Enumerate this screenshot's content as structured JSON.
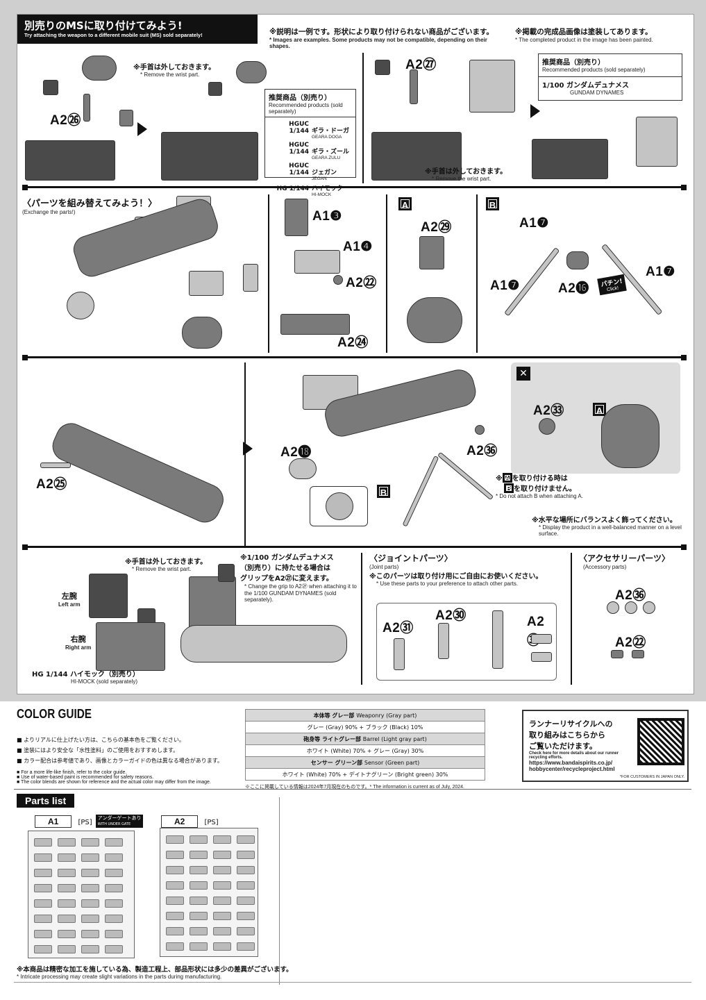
{
  "banner": {
    "title": "別売りのMSに取り付けてみよう!",
    "title_en": "Try attaching the weapon to a different mobile suit (MS) sold separately!",
    "note1": "※説明は一例です。形状により取り付けられない商品がございます。",
    "note1_en": "* Images are examples. Some products may not be compatible, depending on their shapes.",
    "note2": "※掲載の完成品画像は塗装してあります。",
    "note2_en": "* The completed product in the image has been painted."
  },
  "sec1": {
    "wrist_note": "※手首は外しておきます。",
    "wrist_note_en": "* Remove the wrist part.",
    "wrist_note2": "※手首は外しておきます。",
    "wrist_note2_en": "* Remove the wrist part.",
    "part_a": "A2㉖",
    "part_b": "A2㉗",
    "rec_title": "推奨商品（別売り）",
    "rec_title_en": "Recommended products (sold separately)",
    "rec_items": [
      {
        "grade": "HGUC 1/144",
        "name": "ギラ・ドーガ",
        "en": "GEARA DOGA"
      },
      {
        "grade": "HGUC 1/144",
        "name": "ギラ・ズール",
        "en": "GEARA ZULU"
      },
      {
        "grade": "HGUC 1/144",
        "name": "ジェガン",
        "en": "JEGAN"
      },
      {
        "grade": "HG 1/144",
        "name": "ハイモック",
        "en": "HI-MOCK"
      }
    ],
    "rec2_title": "推奨商品（別売り）",
    "rec2_title_en": "Recommended products (sold separately)",
    "rec2_item": "1/100 ガンダムデュナメス",
    "rec2_item_en": "GUNDAM DYNAMES"
  },
  "sec2": {
    "title": "〈パーツを組み替えてみよう！〉",
    "title_en": "(Exchange the parts!)",
    "p1": "A1❸",
    "p2": "A1❹",
    "p3": "A2㉒",
    "p4": "A2㉔",
    "boxA": "A",
    "p5": "A2㉙",
    "boxB": "B",
    "p6": "A1❼",
    "p7": "A1❼",
    "p8": "A1❼",
    "p9": "A2⓰",
    "click": "パチン!",
    "click_en": "Click!"
  },
  "sec3": {
    "p1": "A2㉕",
    "p2": "A2⓲",
    "p3": "A2㊱",
    "boxB": "B",
    "inset_p": "A2㉝",
    "inset_A": "A",
    "note1a": "を取り付ける時は",
    "note1b": "を取り付けません。",
    "note1_en_a": "* Do not attach",
    "note1_en_b": "when attaching",
    "note2": "※水平な場所にバランスよく飾ってください。",
    "note2_en": "* Display the product in a well-balanced manner on a level surface.",
    "lbl_A": "A",
    "lbl_B": "B"
  },
  "sec4": {
    "wrist_note": "※手首は外しておきます。",
    "wrist_note_en": "* Remove the wrist part.",
    "left_arm": "左腕",
    "left_arm_en": "Left arm",
    "right_arm": "右腕",
    "right_arm_en": "Right arm",
    "himock": "HG 1/144 ハイモック（別売り）",
    "himock_en": "HI-MOCK (sold separately)",
    "dyn_note1": "※1/100 ガンダムデュナメス",
    "dyn_note2": "（別売り）に持たせる場合は",
    "dyn_note3": "グリップをA2㉗に変えます。",
    "dyn_note_en": "* Change the grip to A2㉗ when attaching it to the 1/100 GUNDAM DYNAMES (sold separately).",
    "joint_title": "〈ジョイントパーツ〉",
    "joint_en": "(Joint parts)",
    "joint_note": "※このパーツは取り付け用にご自由にお使いください。",
    "joint_note_en": "* Use these parts to your preference to attach other parts.",
    "j1": "A2㉛",
    "j2": "A2㉚",
    "j3": "A2㉜",
    "acc_title": "〈アクセサリーパーツ〉",
    "acc_en": "(Accessory parts)",
    "acc1": "A2㊱",
    "acc2": "A2㉒"
  },
  "color_guide": {
    "title": "COLOR GUIDE",
    "jp_notes": [
      "よりリアルに仕上げたい方は、こちらの基本色をご覧ください。",
      "塗装にはより安全な「水性塗料」のご使用をおすすめします。",
      "カラー配合は参考値であり、画像とカラーガイドの色は異なる場合があります。"
    ],
    "en_notes": [
      "For a more life-like finish, refer to the color guide.",
      "Use of water-based paint is recommended for safety reasons.",
      "The color blends are shown for reference and the actual color may differ from the image."
    ],
    "rows": [
      {
        "h": "本体等 グレー部",
        "h_en": "Weaponry (Gray part)",
        "mix": "グレー (Gray) 90% + ブラック (Black) 10%"
      },
      {
        "h": "砲身等 ライトグレー部",
        "h_en": "Barrel (Light gray part)",
        "mix": "ホワイト (White) 70% + グレー (Gray) 30%"
      },
      {
        "h": "センサー グリーン部",
        "h_en": "Sensor (Green part)",
        "mix": "ホワイト (White) 70% + デイトナグリーン (Bright green) 30%"
      }
    ],
    "info": "※ここに掲載している情報は2024年7月現在のものです。* The information is current as of July, 2024."
  },
  "recycle": {
    "jp1": "ランナーリサイクルへの",
    "jp2": "取り組みはこちらから",
    "jp3": "ご覧いただけます。",
    "en": "Check here for more details about our runner recycling efforts.",
    "url1": "https://www.bandaispirits.co.jp/",
    "url2": "hobbycenter/recycleproject.html",
    "jp_only": "*FOR CUSTOMERS IN JAPAN ONLY."
  },
  "parts_list": {
    "title": "Parts list",
    "a1": "A1",
    "a1_ps": "[PS]",
    "under_gate": "アンダーゲートあり",
    "under_gate_en": "WITH UNDER GATE",
    "a2": "A2",
    "a2_ps": "[PS]",
    "note": "※本商品は精密な加工を施している為、製造工程上、部品形状には多少の差異がございます。",
    "note_en": "* Intricate processing may create slight variations in the parts during manufacturing."
  }
}
